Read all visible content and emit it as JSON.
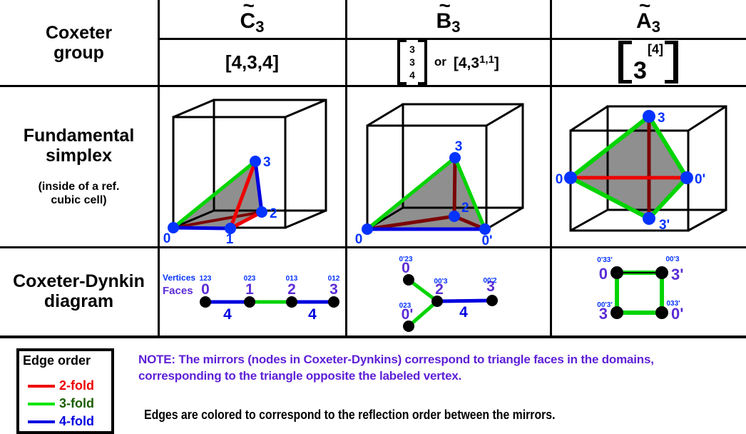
{
  "header": {
    "corner_label": "Coxeter group",
    "simplex_label": "Fundamental simplex",
    "simplex_sublabel": "(inside of a ref. cubic cell)",
    "dynkin_label": "Coxeter-Dynkin diagram",
    "groups": {
      "c3": {
        "tilde": "~",
        "letter": "C",
        "sub": "3",
        "notation": "[4,3,4]"
      },
      "b3": {
        "tilde": "~",
        "letter": "B",
        "sub": "3",
        "matrix": {
          "r0": "3",
          "r1": "3",
          "r2": "4"
        },
        "or_word": "or",
        "alt": {
          "pre": "[4,3",
          "sup": "1,1",
          "post": "]"
        }
      },
      "a3": {
        "tilde": "~",
        "letter": "A",
        "sub": "3",
        "notation": {
          "base": "3",
          "sup": "[4]"
        }
      }
    }
  },
  "simplex_figures": {
    "c3": {
      "vertices": {
        "v0": "0",
        "v1": "1",
        "v2": "2",
        "v3": "3"
      }
    },
    "b3": {
      "vertices": {
        "v0": "0",
        "v0p": "0'",
        "v2": "2",
        "v3": "3"
      }
    },
    "a3": {
      "vertices": {
        "v0": "0",
        "v0p": "0'",
        "v3": "3",
        "v3p": "3'"
      }
    }
  },
  "dynkin": {
    "key": {
      "vertices_label": "Vertices",
      "faces_label": "Faces"
    },
    "c3": {
      "vertex_labels": [
        "123",
        "023",
        "013",
        "012"
      ],
      "face_labels": [
        "0",
        "1",
        "2",
        "3"
      ],
      "edge_labels": [
        "4",
        "4"
      ]
    },
    "b3": {
      "nodes": [
        {
          "vertex": "0'23",
          "face": "0"
        },
        {
          "vertex": "023",
          "face": "0'"
        },
        {
          "vertex": "00'3",
          "face": "2"
        },
        {
          "vertex": "00'2",
          "face": "3"
        }
      ],
      "edge_label": "4"
    },
    "a3": {
      "nodes": [
        {
          "vertex": "0'33'",
          "face": "0"
        },
        {
          "vertex": "00'3",
          "face": "3'"
        },
        {
          "vertex": "00'3'",
          "face": "3"
        },
        {
          "vertex": "033'",
          "face": "0'"
        }
      ]
    }
  },
  "legend": {
    "title": "Edge order",
    "items": [
      {
        "label": "2-fold",
        "line_color": "#ee0000",
        "text_color": "#ee0000"
      },
      {
        "label": "3-fold",
        "line_color": "#00e400",
        "text_color": "#1b5e00"
      },
      {
        "label": "4-fold",
        "line_color": "#0000e0",
        "text_color": "#0000e0"
      }
    ]
  },
  "notes": {
    "purple_note": "NOTE: The mirrors (nodes in Coxeter-Dynkins) correspond to triangle faces in the domains, corresponding to the triangle opposite the labeled vertex.",
    "black_note": "Edges are colored to correspond to the reflection order between the mirrors."
  },
  "colors": {
    "edge_2fold": "#ee0000",
    "edge_3fold": "#00d400",
    "edge_4fold": "#0000e0",
    "hidden_edge_maroon": "#7b0606",
    "simplex_fill_gray": "#8f8f8f",
    "vertex_dot_blue": "#0433ff",
    "vertex_label_blue": "#0433ff",
    "face_label_purple": "#5b2cd5",
    "note_purple": "#5e1fd6",
    "dynkin_node_black": "#000000"
  }
}
